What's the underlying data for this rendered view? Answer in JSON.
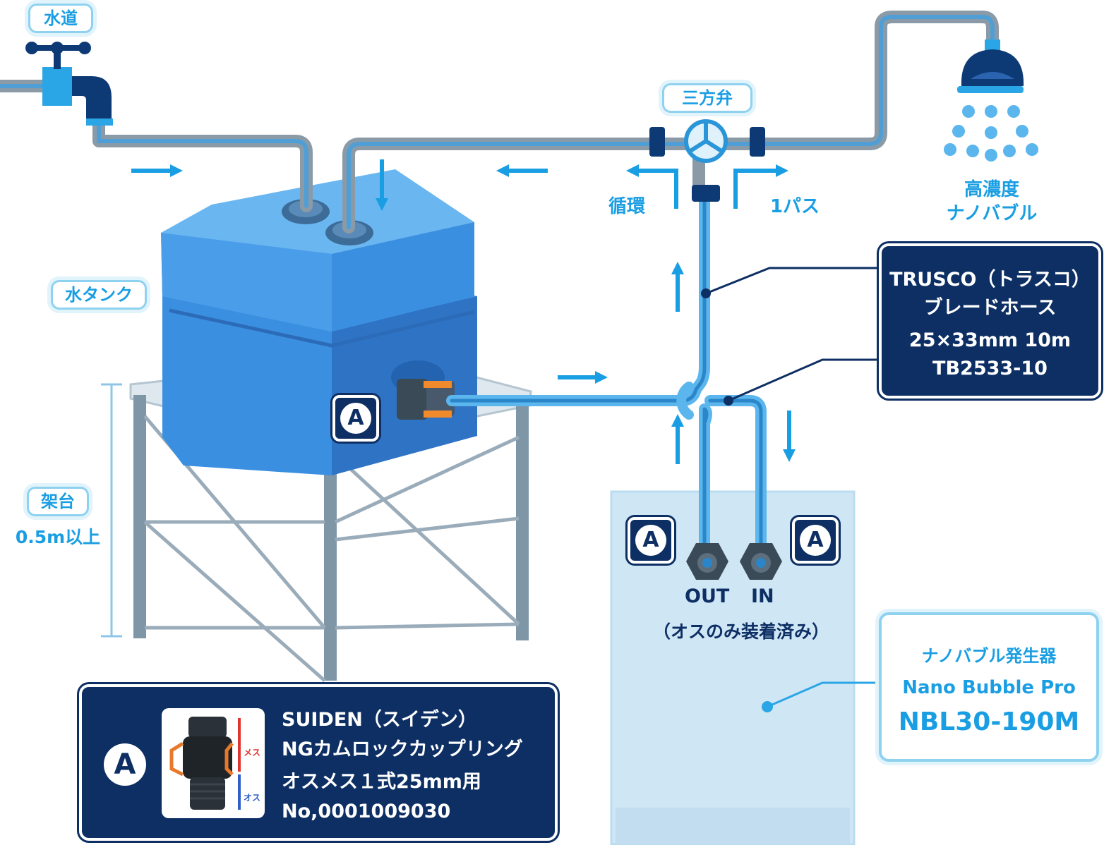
{
  "labels": {
    "water_supply": "水道",
    "three_way_valve": "三方弁",
    "circulation": "循環",
    "one_pass": "1パス",
    "high_concentration": [
      "高濃度",
      "ナノバブル"
    ],
    "water_tank": "水タンク",
    "stand": "架台",
    "stand_height": "0.5m以上",
    "out": "OUT",
    "in": "IN",
    "male_only": "（オスのみ装着済み）"
  },
  "badge_letter": "A",
  "trusco": {
    "lines": [
      "TRUSCO（トラスコ）",
      "ブレードホース",
      "25×33mm 10m",
      "TB2533-10"
    ]
  },
  "suiden": {
    "lines": [
      "SUIDEN（スイデン）",
      "NGカムロックカップリング",
      "オスメス１式25mm用",
      "No,0001009030"
    ],
    "photo_female_label": "メス",
    "photo_male_label": "オス"
  },
  "nano_bubble": {
    "lines": [
      "ナノバブル発生器",
      "Nano Bubble Pro",
      "NBL30-190M"
    ]
  },
  "colors": {
    "navy": "#0d2f63",
    "accent": "#1a9ee3",
    "pipe_gray": "#8a9aa6",
    "tank_blue": "#3b8fe0"
  }
}
